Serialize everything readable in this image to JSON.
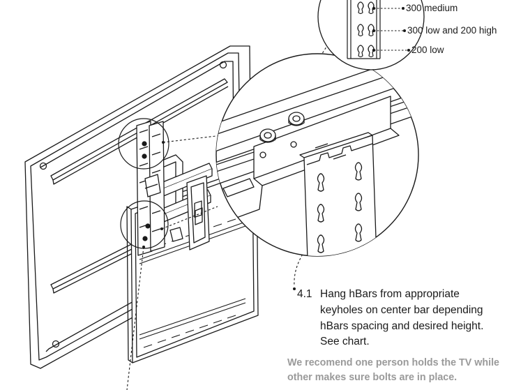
{
  "keyhole_labels": [
    "300 medium",
    "300 low and 200 high",
    "200 low"
  ],
  "step": {
    "number": "4.1",
    "lines": [
      "Hang hBars from appropriate",
      "keyholes on center bar depending",
      "hBars spacing and desired height.",
      "See  chart."
    ]
  },
  "note": {
    "lines": [
      "We recomend one person holds the TV while",
      "other makes sure bolts are in place."
    ]
  },
  "colors": {
    "line_art": "#1a1a1a",
    "note_text": "#9a9a9a"
  }
}
